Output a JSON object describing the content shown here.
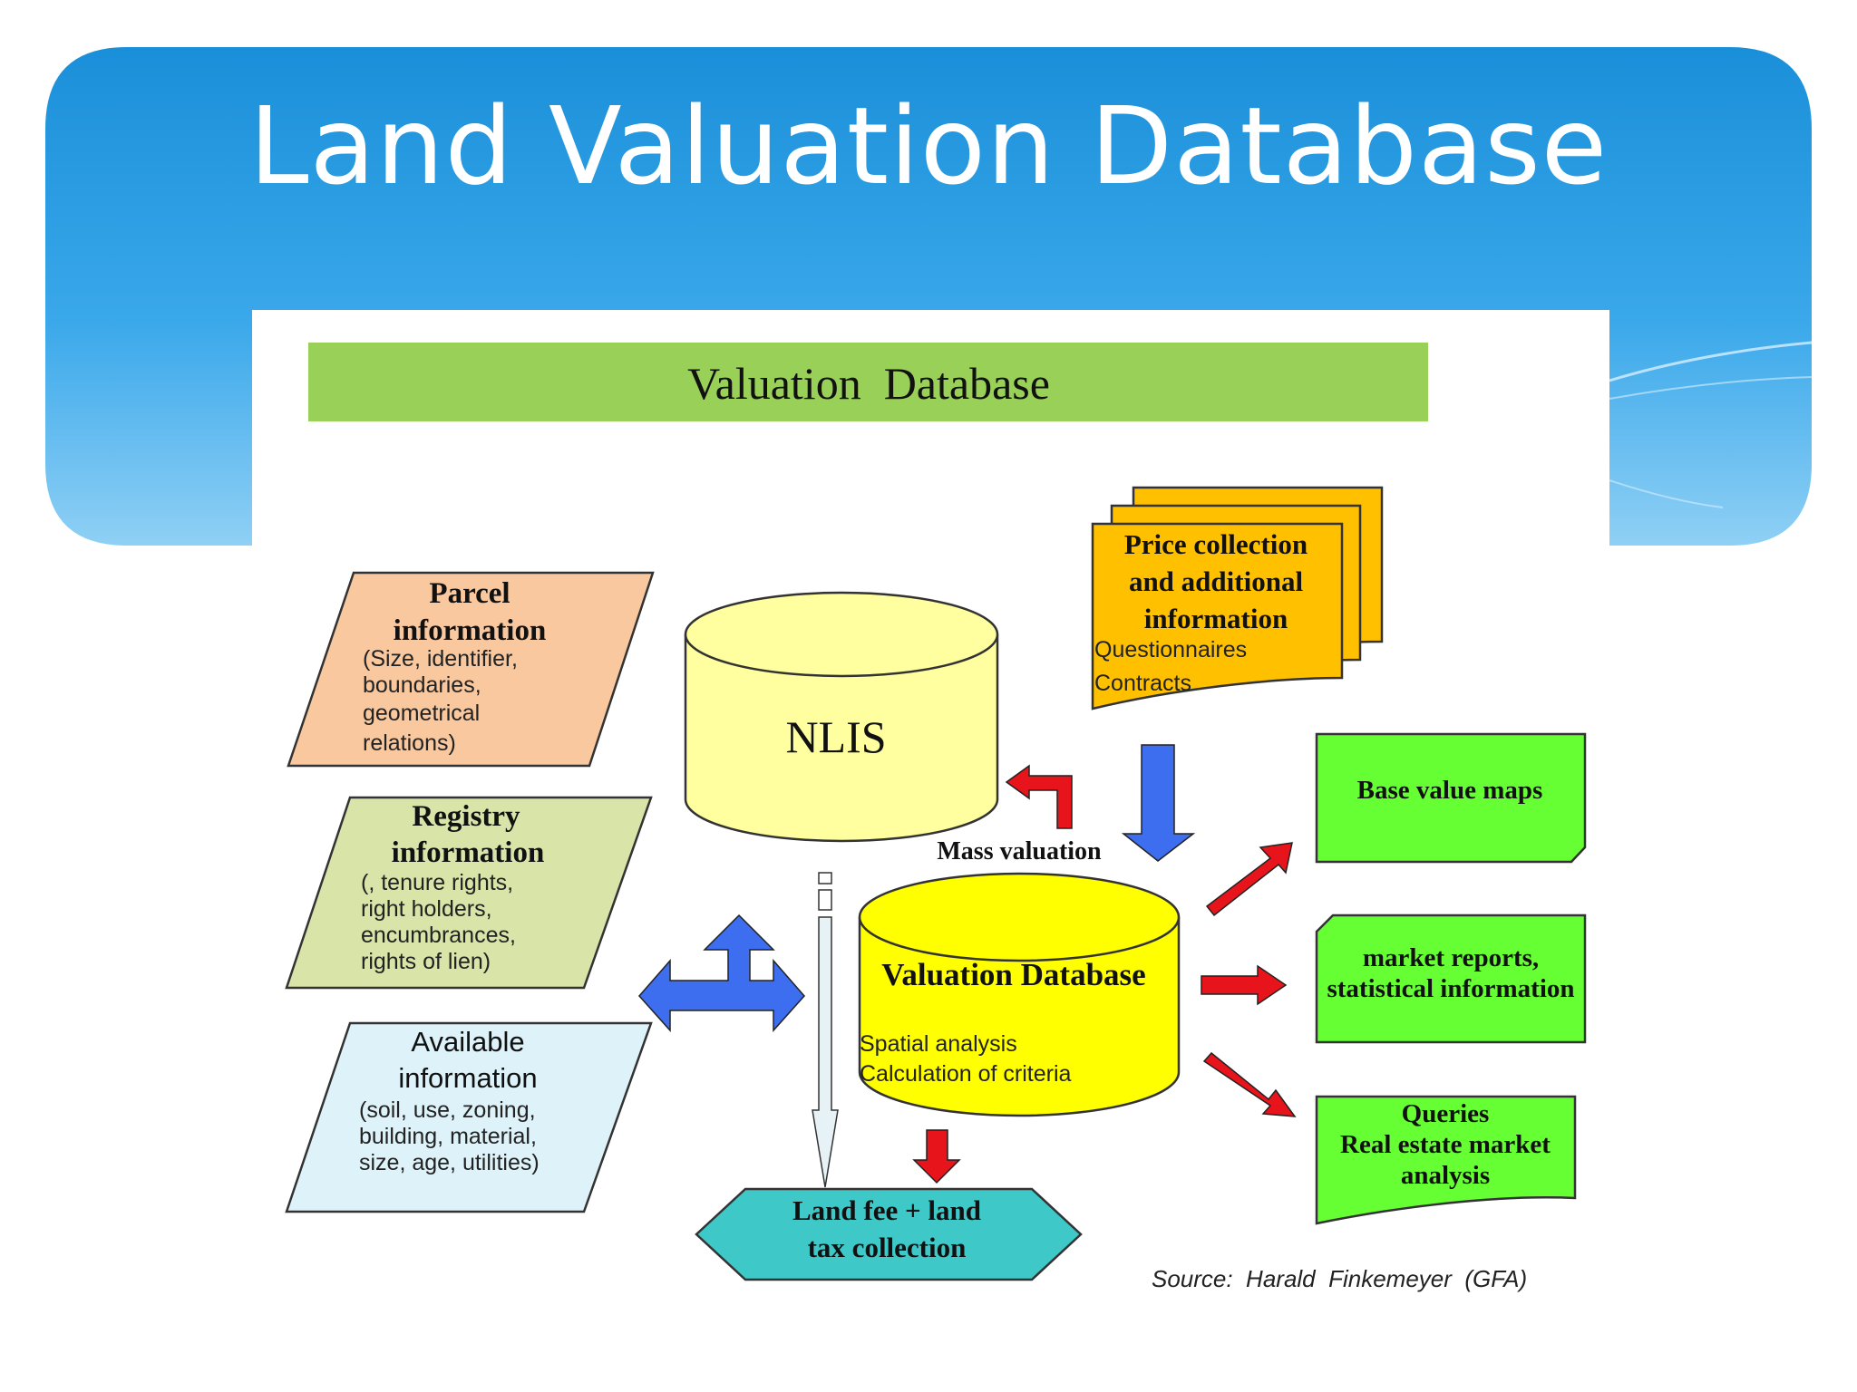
{
  "slide": {
    "title": "Land Valuation Database"
  },
  "diagram": {
    "header": "Valuation  Database",
    "inputs": [
      {
        "title": [
          "Parcel",
          "information"
        ],
        "details": [
          "(Size, identifier,",
          "boundaries,",
          "geometrical",
          "relations)"
        ],
        "color": "#f9c89f"
      },
      {
        "title": [
          "Registry",
          "information"
        ],
        "details": [
          "(, tenure rights,",
          "right holders,",
          "encumbrances,",
          "rights of lien)"
        ],
        "color": "#d9e4a8"
      },
      {
        "title": [
          "Available",
          "information"
        ],
        "details": [
          "(soil, use, zoning,",
          "building, material,",
          "size, age, utilities)"
        ],
        "color": "#def3f9"
      }
    ],
    "nlis": {
      "label": "NLIS",
      "color": "#ffffa0"
    },
    "price_collection": {
      "title": [
        "Price collection",
        "and additional",
        "information"
      ],
      "details": [
        "Questionnaires",
        "Contracts"
      ],
      "color": "#ffc000"
    },
    "mass_valuation_label": "Mass valuation",
    "valuation_db": {
      "title": "Valuation Database",
      "details": [
        "Spatial analysis",
        "Calculation of criteria"
      ],
      "color": "#ffff00"
    },
    "collection": {
      "lines": [
        "Land fee + land",
        "tax collection"
      ],
      "color": "#3ec8c8"
    },
    "outputs": [
      {
        "lines": [
          "Base value maps"
        ],
        "color": "#66ff33"
      },
      {
        "lines": [
          "market reports,",
          "statistical information"
        ],
        "color": "#66ff33"
      },
      {
        "lines": [
          "Queries",
          "Real estate market",
          "analysis"
        ],
        "color": "#66ff33"
      }
    ],
    "source": "Source:  Harald  Finkemeyer  (GFA)",
    "colors": {
      "header_bar": "#99d058",
      "blue_arrow": "#3d6ef0",
      "red_arrow": "#e8141c"
    }
  }
}
